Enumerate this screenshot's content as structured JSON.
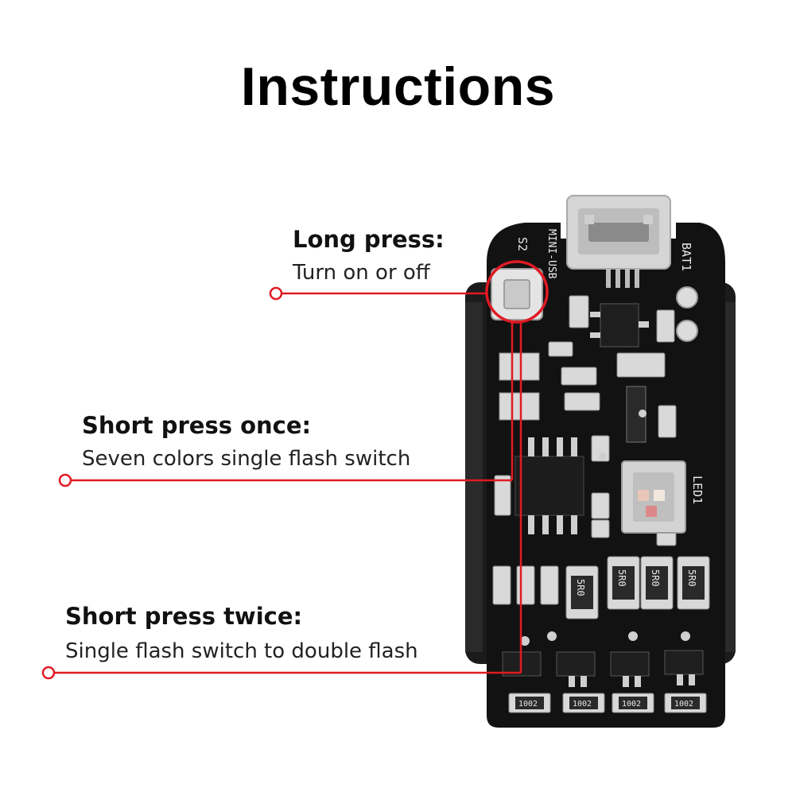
{
  "title": "Instructions",
  "annotations": [
    {
      "heading": "Long press:",
      "description": "Turn on or off"
    },
    {
      "heading": "Short press once:",
      "description": "Seven colors single flash switch"
    },
    {
      "heading": "Short press twice:",
      "description": "Single flash switch to double flash"
    }
  ],
  "colors": {
    "accent": "#e01b24",
    "pcb": "#121212",
    "silkscreen": "#e8e8e8"
  },
  "board_markings": {
    "usb_label": "MINI-USB",
    "battery_label": "BAT1",
    "switch_label": "S2",
    "led_label": "LED1",
    "resistor_value": "5R0",
    "smd_code": "1002"
  }
}
